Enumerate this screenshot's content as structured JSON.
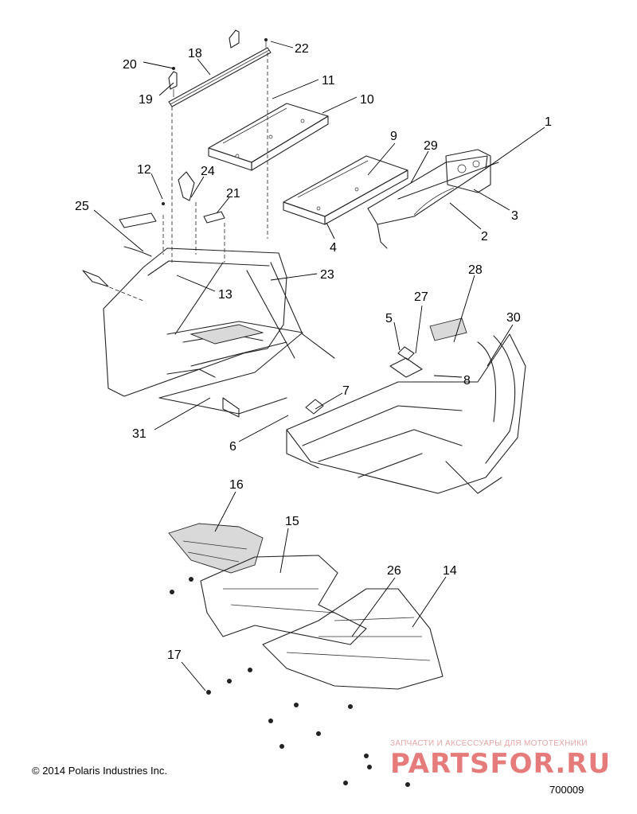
{
  "callouts": [
    {
      "id": "1"
    },
    {
      "id": "2"
    },
    {
      "id": "3"
    },
    {
      "id": "4"
    },
    {
      "id": "5"
    },
    {
      "id": "6"
    },
    {
      "id": "7"
    },
    {
      "id": "8"
    },
    {
      "id": "9"
    },
    {
      "id": "10"
    },
    {
      "id": "11"
    },
    {
      "id": "12"
    },
    {
      "id": "13"
    },
    {
      "id": "14"
    },
    {
      "id": "15"
    },
    {
      "id": "16"
    },
    {
      "id": "17"
    },
    {
      "id": "18"
    },
    {
      "id": "19"
    },
    {
      "id": "20"
    },
    {
      "id": "21"
    },
    {
      "id": "22"
    },
    {
      "id": "23"
    },
    {
      "id": "24"
    },
    {
      "id": "25"
    },
    {
      "id": "26"
    },
    {
      "id": "27"
    },
    {
      "id": "28"
    },
    {
      "id": "29"
    },
    {
      "id": "30"
    },
    {
      "id": "31"
    }
  ],
  "footer": {
    "copyright": "© 2014 Polaris Industries Inc.",
    "part_number": "700009"
  },
  "watermark": {
    "tagline": "ЗАПЧАСТИ И АКСЕССУАРЫ ДЛЯ МОТОТЕХНИКИ",
    "logo": "PARTSFOR.RU"
  }
}
